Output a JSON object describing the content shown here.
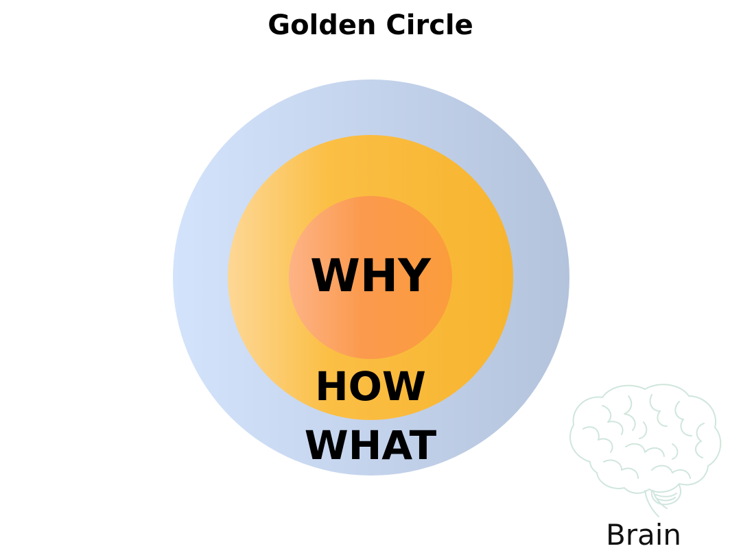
{
  "title": "Golden Circle",
  "circles": {
    "why": "WHY",
    "how": "HOW",
    "what": "WHAT"
  },
  "brain": {
    "icon": "brain-icon",
    "label": "Brain"
  },
  "colors": {
    "outer": "#c2d3ef",
    "middle": "#f9b630",
    "inner": "#fb9c42",
    "brain_stroke": "#cfe6dc"
  }
}
